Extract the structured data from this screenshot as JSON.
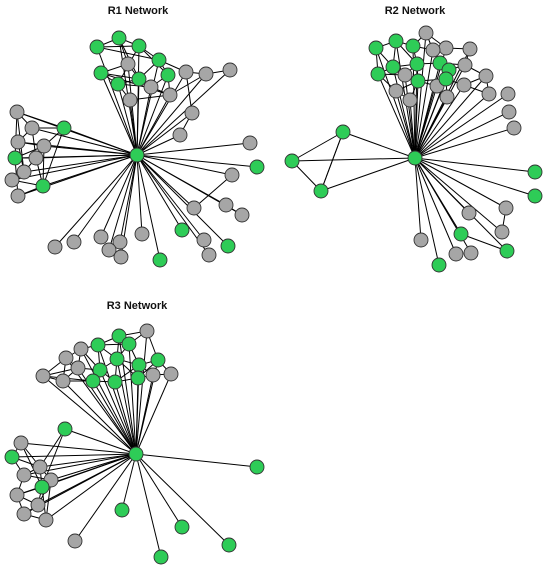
{
  "colors": {
    "green": "#2ecc57",
    "gray": "#a6a6a6",
    "edge": "#000000",
    "node_stroke": "#333333"
  },
  "networks": [
    {
      "id": "r1",
      "title": "R1 Network",
      "hub": "g"
    },
    {
      "id": "r2",
      "title": "R2 Network",
      "hub": "g"
    },
    {
      "id": "r3",
      "title": "R3 Network",
      "hub": "g"
    }
  ]
}
